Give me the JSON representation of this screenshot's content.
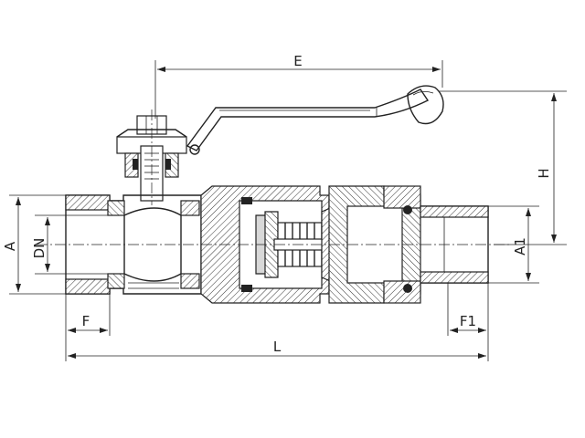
{
  "diagram": {
    "dimensions": {
      "E": "E",
      "H": "H",
      "A": "A",
      "DN": "DN",
      "A1": "A1",
      "F": "F",
      "F1": "F1",
      "L": "L"
    }
  }
}
